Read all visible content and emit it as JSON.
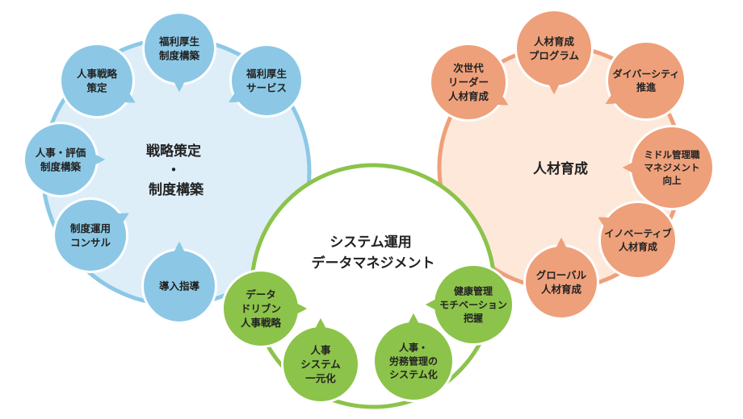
{
  "clusters": [
    {
      "id": "strategy",
      "title_lines": [
        "戦略策定",
        "・",
        "制度構築"
      ],
      "fill_color": "#ddeef9",
      "stroke_color": "#8cc8e6",
      "bubble_color": "#8cc8e6",
      "items": [
        {
          "lines": [
            "福利厚生",
            "制度構築"
          ]
        },
        {
          "lines": [
            "福利厚生",
            "サービス"
          ]
        },
        {
          "lines": [
            "人事戦略",
            "策定"
          ]
        },
        {
          "lines": [
            "人事・評価",
            "制度構築"
          ]
        },
        {
          "lines": [
            "制度運用",
            "コンサル"
          ]
        },
        {
          "lines": [
            "導入指導"
          ]
        }
      ]
    },
    {
      "id": "development",
      "title_lines": [
        "人材育成"
      ],
      "fill_color": "#fde8da",
      "stroke_color": "#eea07a",
      "bubble_color": "#eea07a",
      "items": [
        {
          "lines": [
            "人材育成",
            "プログラム"
          ]
        },
        {
          "lines": [
            "次世代",
            "リーダー",
            "人材育成"
          ]
        },
        {
          "lines": [
            "ダイバーシティ",
            "推進"
          ]
        },
        {
          "lines": [
            "ミドル管理職",
            "マネジメント",
            "向上"
          ]
        },
        {
          "lines": [
            "イノベーティブ",
            "人材育成"
          ]
        },
        {
          "lines": [
            "グローバル",
            "人材育成"
          ]
        }
      ]
    },
    {
      "id": "systems",
      "title_lines": [
        "システム運用",
        "データマネジメント"
      ],
      "fill_color": "#ffffff",
      "stroke_color": "#8cc34a",
      "bubble_color": "#8cc34a",
      "items": [
        {
          "lines": [
            "データ",
            "ドリブン",
            "人事戦略"
          ]
        },
        {
          "lines": [
            "人事",
            "システム",
            "一元化"
          ]
        },
        {
          "lines": [
            "人事・",
            "労務管理の",
            "システム化"
          ]
        },
        {
          "lines": [
            "健康管理",
            "モチベーション",
            "把握"
          ]
        }
      ]
    }
  ]
}
